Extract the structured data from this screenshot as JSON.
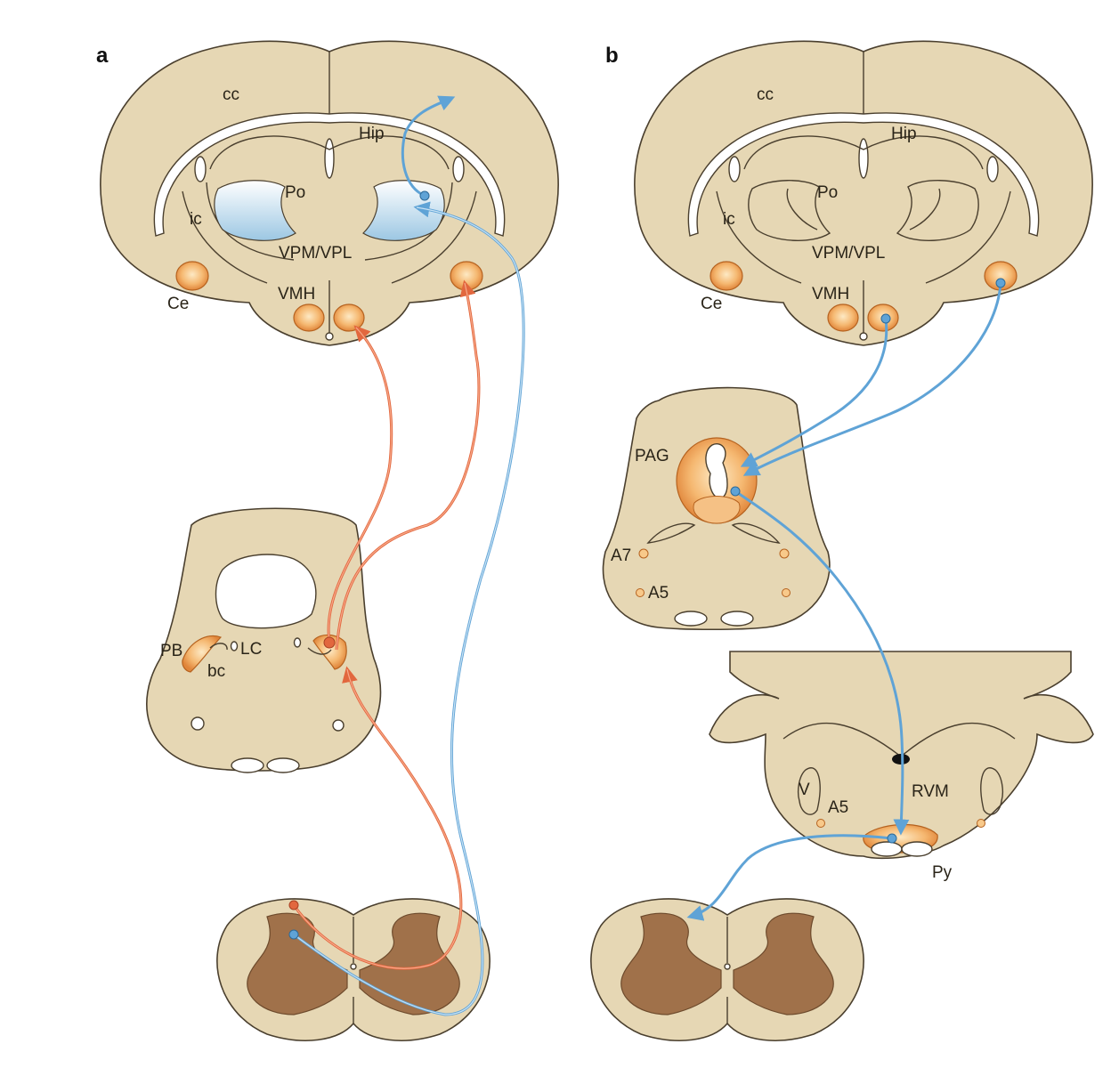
{
  "panels": {
    "a": {
      "label": "a",
      "brain": {
        "cc": "cc",
        "hip": "Hip",
        "po": "Po",
        "ic": "ic",
        "vpm": "VPM/VPL",
        "vmh": "VMH",
        "ce": "Ce"
      },
      "pons": {
        "pb": "PB",
        "lc": "LC",
        "bc": "bc"
      }
    },
    "b": {
      "label": "b",
      "brain": {
        "cc": "cc",
        "hip": "Hip",
        "po": "Po",
        "ic": "ic",
        "vpm": "VPM/VPL",
        "vmh": "VMH",
        "ce": "Ce"
      },
      "midbrain": {
        "pag": "PAG",
        "a7": "A7",
        "a5": "A5"
      },
      "medulla": {
        "v": "V",
        "a5": "A5",
        "rvm": "RVM",
        "py": "Py"
      }
    }
  },
  "colors": {
    "tissue": "#e6d7b4",
    "grey_matter": "#a0714a",
    "ascending_pathway": "#e2673e",
    "descending_pathway": "#5fa3d6",
    "nucleus": "#f0a04e",
    "thalamus": "#b9d8ea"
  }
}
